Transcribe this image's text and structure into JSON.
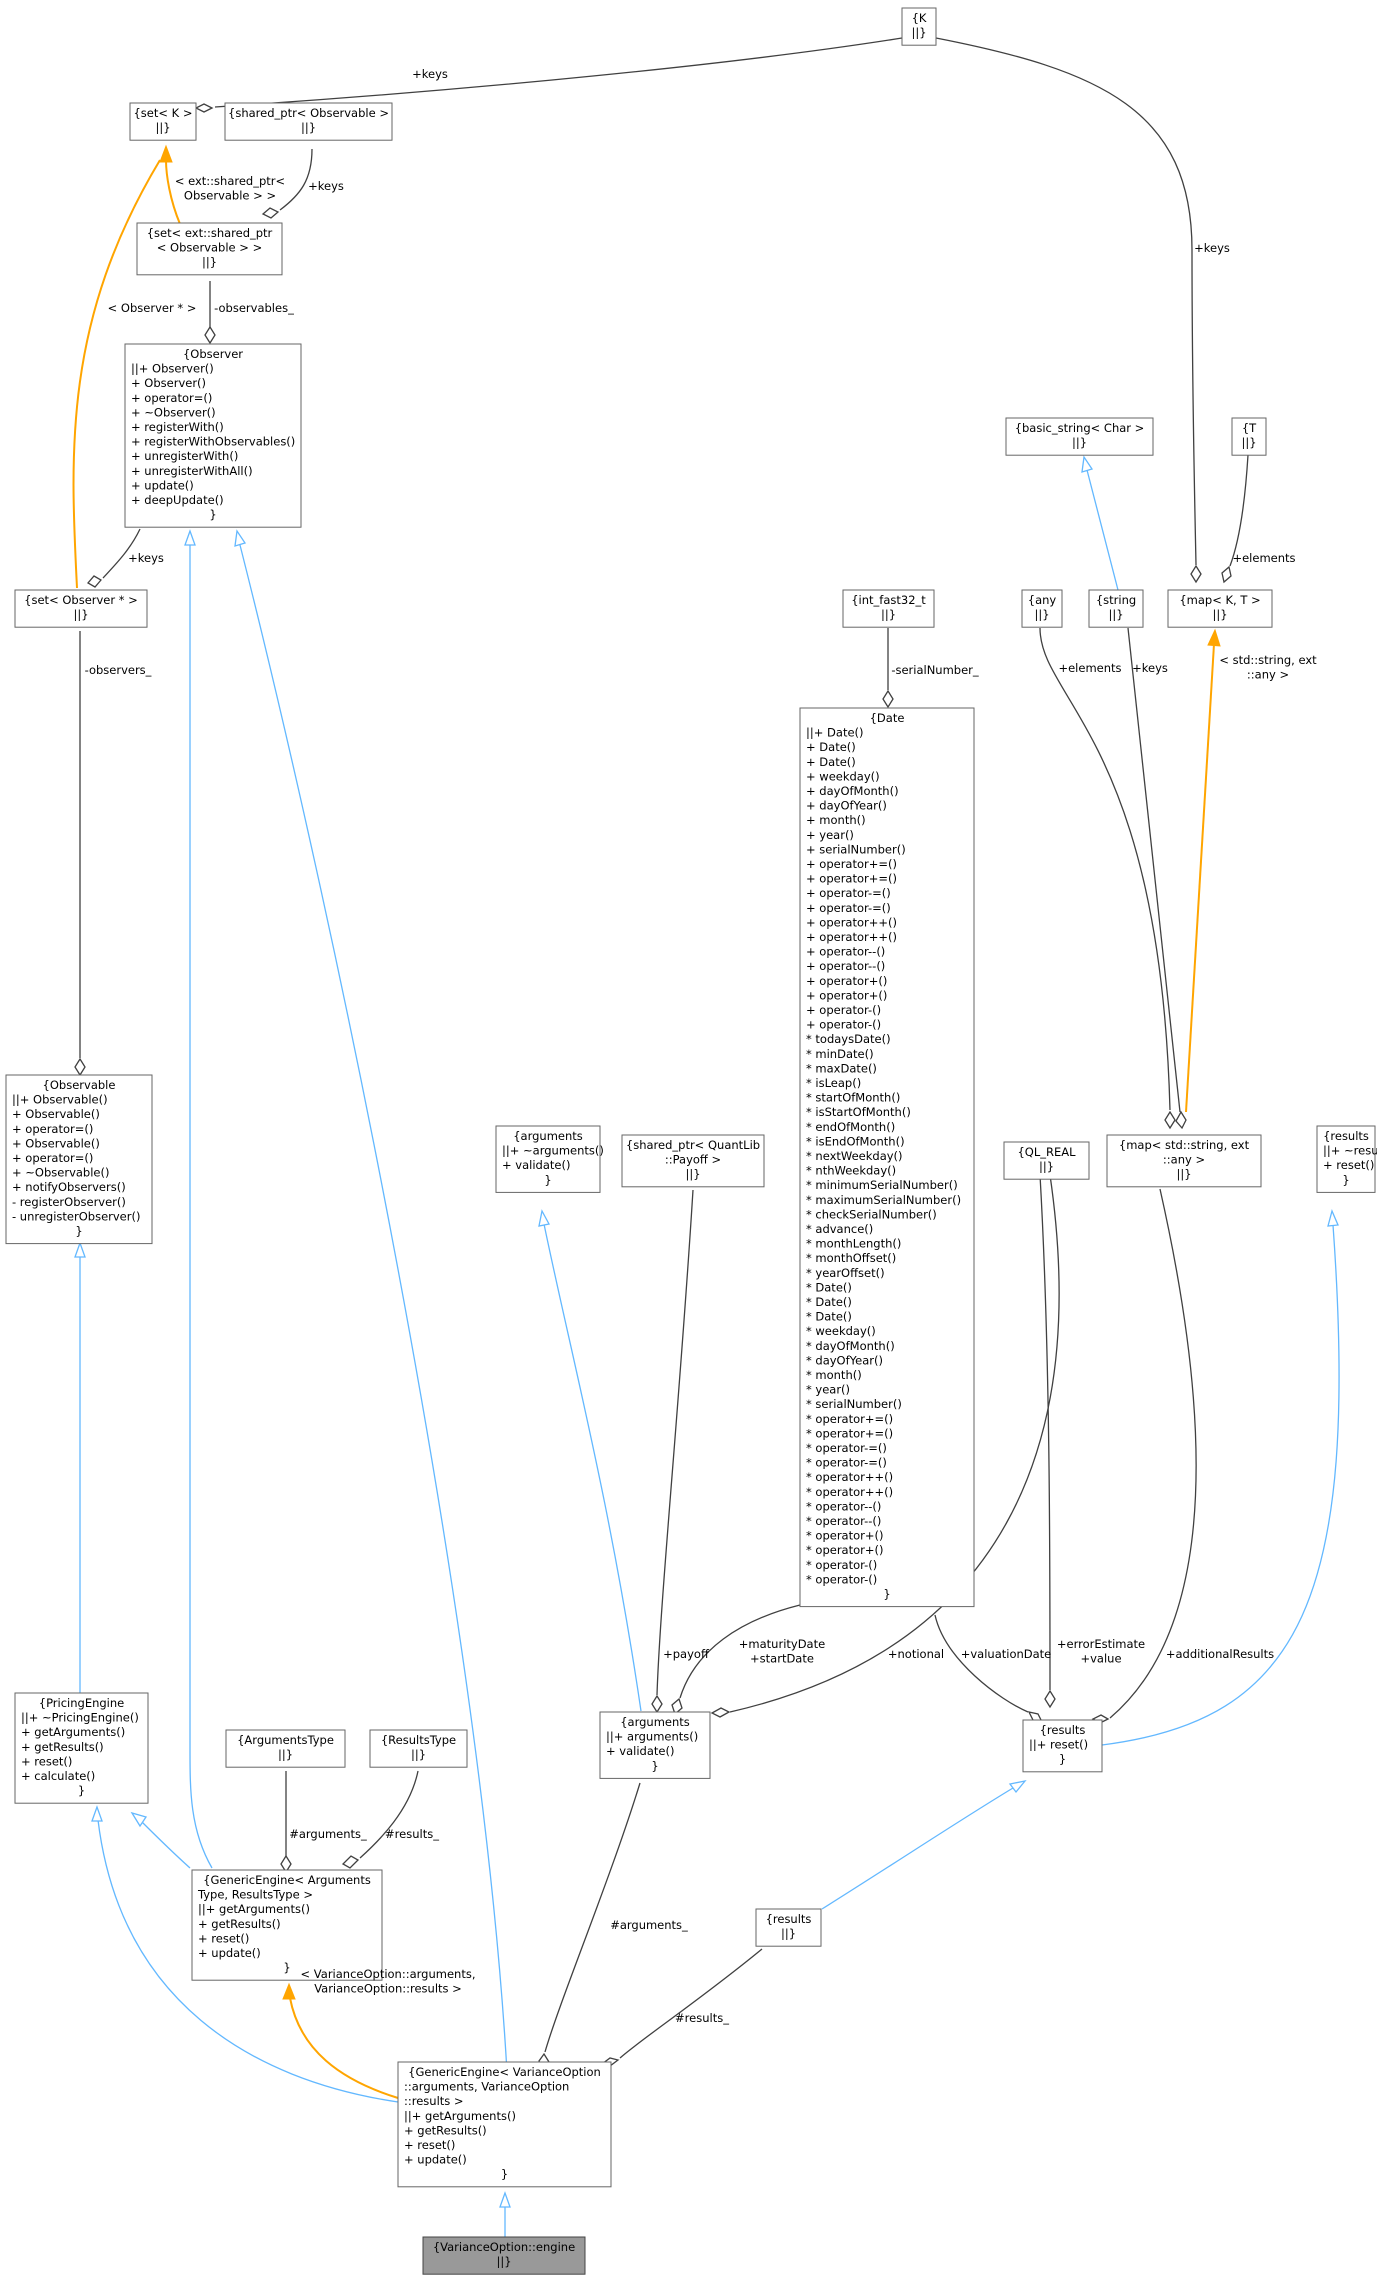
{
  "diagram": {
    "nodes": [
      {
        "id": "K",
        "lines": [
          "{K",
          "||}"
        ]
      },
      {
        "id": "setK",
        "lines": [
          "{set< K >",
          "||}"
        ]
      },
      {
        "id": "sharedObs",
        "lines": [
          "{shared_ptr< Observable >",
          "||}"
        ]
      },
      {
        "id": "setSharedObs",
        "lines": [
          "{set< ext::shared_ptr",
          "< Observable > >",
          "||}"
        ]
      },
      {
        "id": "Observer",
        "lines": [
          "{Observer",
          "||+ Observer()",
          "+ Observer()",
          "+ operator=()",
          "+ ~Observer()",
          "+ registerWith()",
          "+ registerWithObservables()",
          "+ unregisterWith()",
          "+ unregisterWithAll()",
          "+ update()",
          "+ deepUpdate()",
          "}"
        ]
      },
      {
        "id": "setObsPtr",
        "lines": [
          "{set< Observer * >",
          "||}"
        ]
      },
      {
        "id": "Observable",
        "lines": [
          "{Observable",
          "||+ Observable()",
          "+ Observable()",
          "+ operator=()",
          "+ Observable()",
          "+ operator=()",
          "+ ~Observable()",
          "+ notifyObservers()",
          "- registerObserver()",
          "- unregisterObserver()",
          "}"
        ]
      },
      {
        "id": "PricingEngine",
        "lines": [
          "{PricingEngine",
          "||+ ~PricingEngine()",
          "+ getArguments()",
          "+ getResults()",
          "+ reset()",
          "+ calculate()",
          "}"
        ]
      },
      {
        "id": "ArgumentsType",
        "lines": [
          "{ArgumentsType",
          "||}"
        ]
      },
      {
        "id": "ResultsType",
        "lines": [
          "{ResultsType",
          "||}"
        ]
      },
      {
        "id": "GenericEngineT",
        "lines": [
          "{GenericEngine< Arguments",
          "Type, ResultsType >",
          "||+ getArguments()",
          "+ getResults()",
          "+ reset()",
          "+ update()",
          "}"
        ]
      },
      {
        "id": "GenericEngineVO",
        "lines": [
          "{GenericEngine< VarianceOption",
          "::arguments, VarianceOption",
          "::results >",
          "||+ getArguments()",
          "+ getResults()",
          "+ reset()",
          "+ update()",
          "}"
        ]
      },
      {
        "id": "VOEngine",
        "lines": [
          "{VarianceOption::engine",
          "||}"
        ]
      },
      {
        "id": "argumentsBase",
        "lines": [
          "{arguments",
          "||+ ~arguments()",
          "+ validate()",
          "}"
        ]
      },
      {
        "id": "sharedPayoff",
        "lines": [
          "{shared_ptr< QuantLib",
          "::Payoff >",
          "||}"
        ]
      },
      {
        "id": "intFast",
        "lines": [
          "{int_fast32_t",
          "||}"
        ]
      },
      {
        "id": "Date",
        "lines": [
          "{Date",
          "||+ Date()",
          "+ Date()",
          "+ Date()",
          "+ weekday()",
          "+ dayOfMonth()",
          "+ dayOfYear()",
          "+ month()",
          "+ year()",
          "+ serialNumber()",
          "+ operator+=()",
          "+ operator+=()",
          "+ operator-=()",
          "+ operator-=()",
          "+ operator++()",
          "+ operator++()",
          "+ operator--()",
          "+ operator--()",
          "+ operator+()",
          "+ operator+()",
          "+ operator-()",
          "+ operator-()",
          "* todaysDate()",
          "* minDate()",
          "* maxDate()",
          "* isLeap()",
          "* startOfMonth()",
          "* isStartOfMonth()",
          "* endOfMonth()",
          "* isEndOfMonth()",
          "* nextWeekday()",
          "* nthWeekday()",
          "* minimumSerialNumber()",
          "* maximumSerialNumber()",
          "* checkSerialNumber()",
          "* advance()",
          "* monthLength()",
          "* monthOffset()",
          "* yearOffset()",
          "* Date()",
          "* Date()",
          "* Date()",
          "* weekday()",
          "* dayOfMonth()",
          "* dayOfYear()",
          "* month()",
          "* year()",
          "* serialNumber()",
          "* operator+=()",
          "* operator+=()",
          "* operator-=()",
          "* operator-=()",
          "* operator++()",
          "* operator++()",
          "* operator--()",
          "* operator--()",
          "* operator+()",
          "* operator+()",
          "* operator-()",
          "* operator-()",
          "}"
        ]
      },
      {
        "id": "argumentsVO",
        "lines": [
          "{arguments",
          "||+ arguments()",
          "+ validate()",
          "}"
        ]
      },
      {
        "id": "basicString",
        "lines": [
          "{basic_string< Char >",
          "||}"
        ]
      },
      {
        "id": "T",
        "lines": [
          "{T",
          "||}"
        ]
      },
      {
        "id": "any",
        "lines": [
          "{any",
          "||}"
        ]
      },
      {
        "id": "string",
        "lines": [
          "{string",
          "||}"
        ]
      },
      {
        "id": "mapKT",
        "lines": [
          "{map< K, T >",
          "||}"
        ]
      },
      {
        "id": "QLREAL",
        "lines": [
          "{QL_REAL",
          "||}"
        ]
      },
      {
        "id": "mapStringAny",
        "lines": [
          "{map< std::string, ext",
          "::any >",
          "||}"
        ]
      },
      {
        "id": "resultsBase",
        "lines": [
          "{results",
          "||+ ~results()",
          "+ reset()",
          "}"
        ]
      },
      {
        "id": "resultsVO",
        "lines": [
          "{results",
          "||+ reset()",
          "}"
        ]
      },
      {
        "id": "resultsPlain",
        "lines": [
          "{results",
          "||}"
        ]
      }
    ],
    "labels": [
      {
        "id": "l_keys1",
        "lines": [
          "+keys"
        ]
      },
      {
        "id": "l_extshared",
        "lines": [
          "< ext::shared_ptr<",
          "Observable > >"
        ]
      },
      {
        "id": "l_keys2",
        "lines": [
          "+keys"
        ]
      },
      {
        "id": "l_observables",
        "lines": [
          "-observables_"
        ]
      },
      {
        "id": "l_observerptr",
        "lines": [
          "< Observer * >"
        ]
      },
      {
        "id": "l_keys3",
        "lines": [
          "+keys"
        ]
      },
      {
        "id": "l_observers",
        "lines": [
          "-observers_"
        ]
      },
      {
        "id": "l_keys4",
        "lines": [
          "+keys"
        ]
      },
      {
        "id": "l_elements1",
        "lines": [
          "+elements"
        ]
      },
      {
        "id": "l_stdstring",
        "lines": [
          "< std::string, ext",
          "::any >"
        ]
      },
      {
        "id": "l_elements2",
        "lines": [
          "+elements"
        ]
      },
      {
        "id": "l_keys5",
        "lines": [
          "+keys"
        ]
      },
      {
        "id": "l_serial",
        "lines": [
          "-serialNumber_"
        ]
      },
      {
        "id": "l_payoff",
        "lines": [
          "+payoff"
        ]
      },
      {
        "id": "l_maturity",
        "lines": [
          "+maturityDate",
          "+startDate"
        ]
      },
      {
        "id": "l_notional",
        "lines": [
          "+notional"
        ]
      },
      {
        "id": "l_valuation",
        "lines": [
          "+valuationDate"
        ]
      },
      {
        "id": "l_error",
        "lines": [
          "+errorEstimate",
          "+value"
        ]
      },
      {
        "id": "l_additional",
        "lines": [
          "+additionalResults"
        ]
      },
      {
        "id": "l_arguments1",
        "lines": [
          "#arguments_"
        ]
      },
      {
        "id": "l_results1",
        "lines": [
          "#results_"
        ]
      },
      {
        "id": "l_arguments2",
        "lines": [
          "#arguments_"
        ]
      },
      {
        "id": "l_results2",
        "lines": [
          "#results_"
        ]
      },
      {
        "id": "l_vo",
        "lines": [
          "< VarianceOption::arguments,",
          "VarianceOption::results >"
        ]
      }
    ]
  }
}
